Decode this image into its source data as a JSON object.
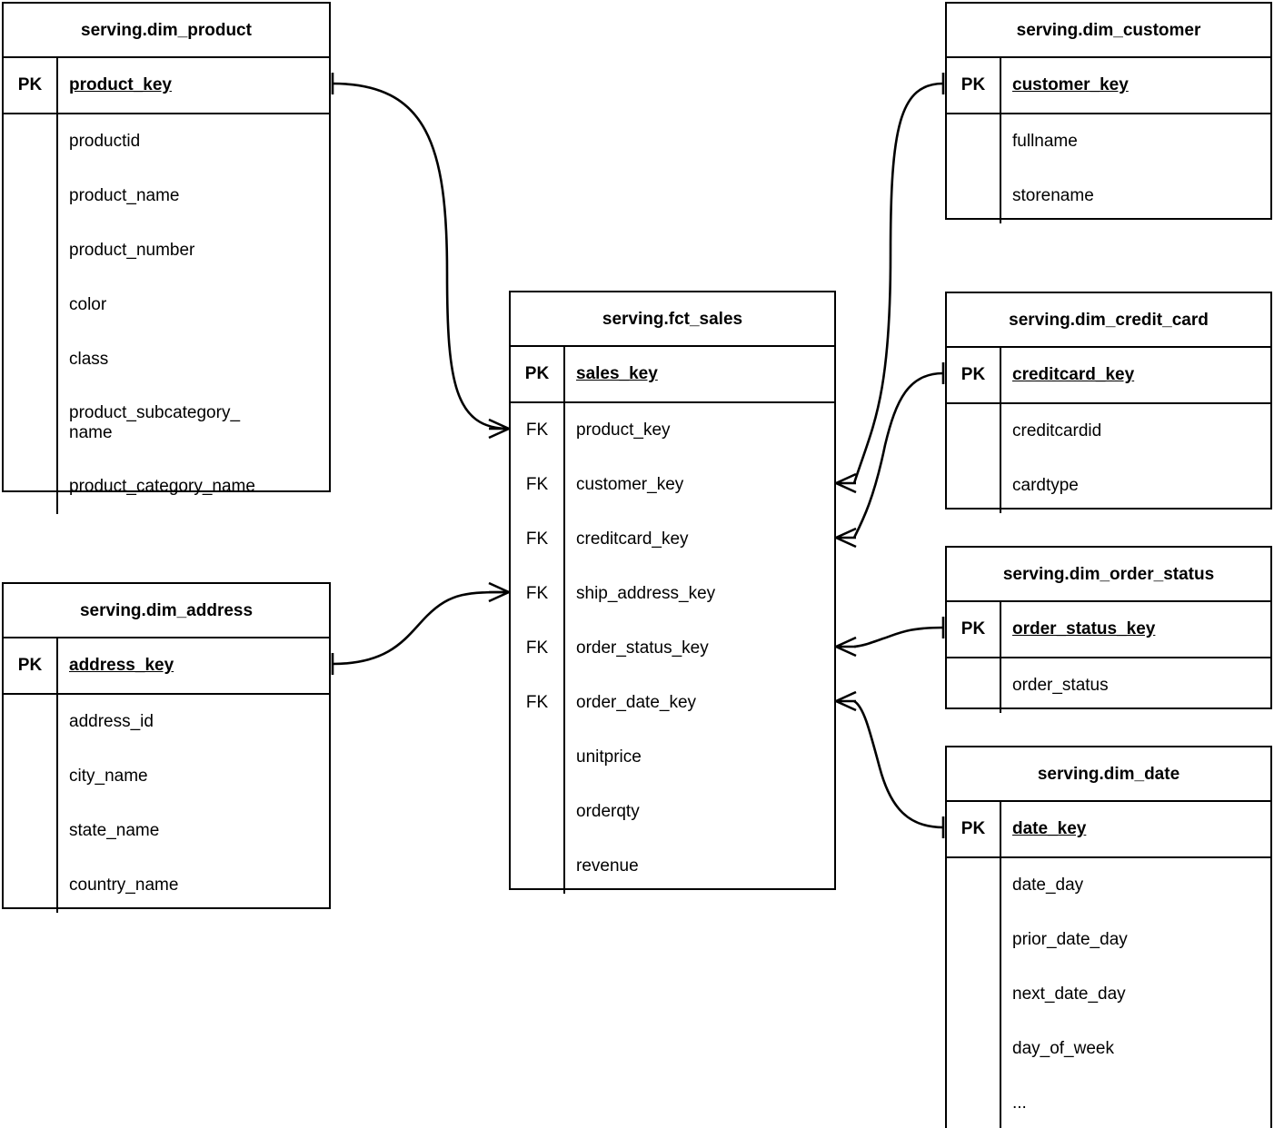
{
  "diagram": {
    "type": "entity-relationship-diagram",
    "notation": "crow's-foot",
    "background_color": "#ffffff",
    "line_color": "#000000"
  },
  "entities": {
    "dim_product": {
      "title": "serving.dim_product",
      "pk_label": "PK",
      "pk_field": "product_key",
      "attributes": [
        "productid",
        "product_name",
        "product_number",
        "color",
        "class",
        "product_subcategory_\nname",
        "product_category_name"
      ]
    },
    "dim_address": {
      "title": "serving.dim_address",
      "pk_label": "PK",
      "pk_field": "address_key",
      "attributes": [
        "address_id",
        "city_name",
        "state_name",
        "country_name"
      ]
    },
    "fct_sales": {
      "title": "serving.fct_sales",
      "pk_label": "PK",
      "pk_field": "sales_key",
      "fk_label": "FK",
      "foreign_keys": [
        "product_key",
        "customer_key",
        "creditcard_key",
        "ship_address_key",
        "order_status_key",
        "order_date_key"
      ],
      "measures": [
        "unitprice",
        "orderqty",
        "revenue"
      ]
    },
    "dim_customer": {
      "title": "serving.dim_customer",
      "pk_label": "PK",
      "pk_field": "customer_key",
      "attributes": [
        "fullname",
        "storename"
      ]
    },
    "dim_credit_card": {
      "title": "serving.dim_credit_card",
      "pk_label": "PK",
      "pk_field": "creditcard_key",
      "attributes": [
        "creditcardid",
        "cardtype"
      ]
    },
    "dim_order_status": {
      "title": "serving.dim_order_status",
      "pk_label": "PK",
      "pk_field": "order_status_key",
      "attributes": [
        "order_status"
      ]
    },
    "dim_date": {
      "title": "serving.dim_date",
      "pk_label": "PK",
      "pk_field": "date_key",
      "attributes": [
        "date_day",
        "prior_date_day",
        "next_date_day",
        "day_of_week",
        "..."
      ]
    }
  },
  "relationships": [
    {
      "name": "product-to-sales",
      "from": "serving.dim_product.product_key",
      "to": "serving.fct_sales.product_key",
      "from_cardinality": "one",
      "to_cardinality": "many"
    },
    {
      "name": "address-to-sales",
      "from": "serving.dim_address.address_key",
      "to": "serving.fct_sales.ship_address_key",
      "from_cardinality": "one",
      "to_cardinality": "many"
    },
    {
      "name": "customer-to-sales",
      "from": "serving.dim_customer.customer_key",
      "to": "serving.fct_sales.customer_key",
      "from_cardinality": "one",
      "to_cardinality": "many"
    },
    {
      "name": "creditcard-to-sales",
      "from": "serving.dim_credit_card.creditcard_key",
      "to": "serving.fct_sales.creditcard_key",
      "from_cardinality": "one",
      "to_cardinality": "many"
    },
    {
      "name": "orderstatus-to-sales",
      "from": "serving.dim_order_status.order_status_key",
      "to": "serving.fct_sales.order_status_key",
      "from_cardinality": "one",
      "to_cardinality": "many"
    },
    {
      "name": "date-to-sales",
      "from": "serving.dim_date.date_key",
      "to": "serving.fct_sales.order_date_key",
      "from_cardinality": "one",
      "to_cardinality": "many"
    }
  ]
}
